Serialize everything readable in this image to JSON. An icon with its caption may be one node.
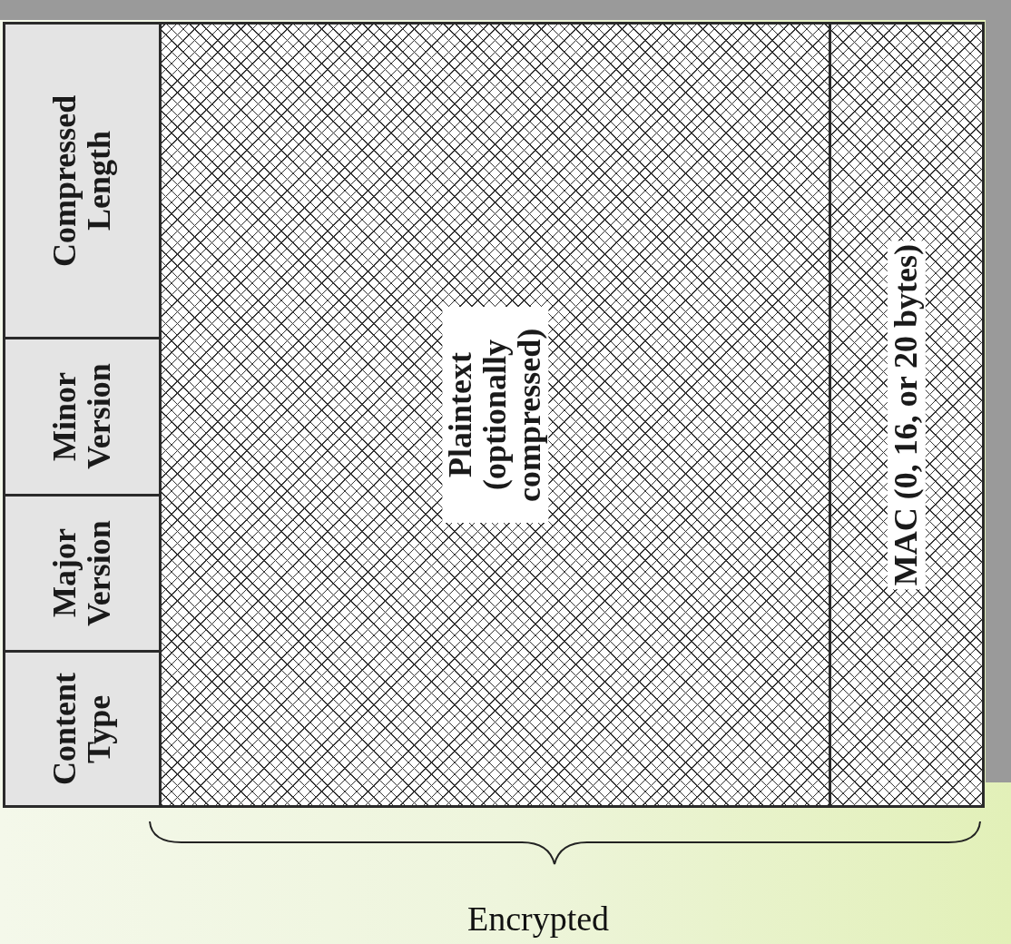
{
  "diagram": {
    "nodes": [
      {
        "text": [
          "Content Type"
        ]
      },
      {
        "text": [
          "Major Version"
        ]
      },
      {
        "text": [
          "Minor Version"
        ]
      },
      {
        "text": [
          "Compressed Length"
        ]
      },
      {
        "text": [
          "Plaintext (optionally compressed)"
        ]
      },
      {
        "text": [
          "MAC (0, 16, or 20 bytes)"
        ]
      }
    ],
    "labels": [
      "Encrypted"
    ]
  }
}
